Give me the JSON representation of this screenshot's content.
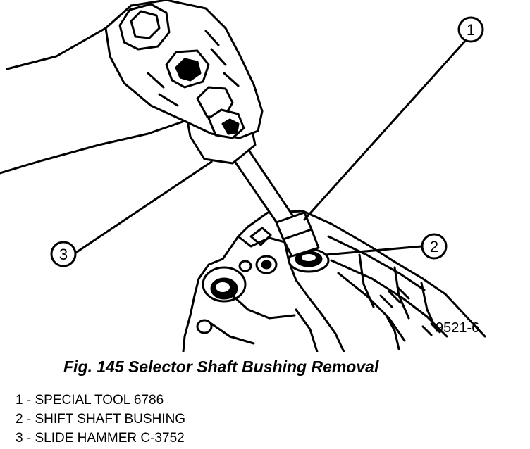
{
  "figure": {
    "code": "9521-6",
    "caption": "Fig. 145 Selector Shaft Bushing Removal"
  },
  "callouts": [
    {
      "number": "1"
    },
    {
      "number": "2"
    },
    {
      "number": "3"
    }
  ],
  "legend": [
    {
      "number": "1",
      "text": "SPECIAL TOOL 6786"
    },
    {
      "number": "2",
      "text": "SHIFT SHAFT BUSHING"
    },
    {
      "number": "3",
      "text": "SLIDE HAMMER C-3752"
    }
  ]
}
